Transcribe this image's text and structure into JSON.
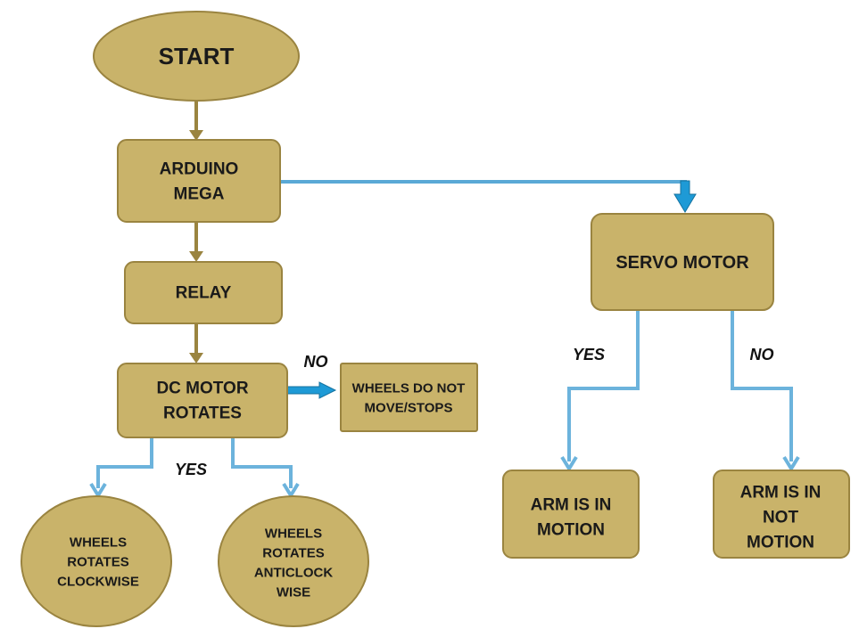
{
  "colors": {
    "node_fill": "#c9b36a",
    "node_stroke": "#9a8440",
    "olive_arrow": "#9a8440",
    "blue_arrow": "#5aa9d6",
    "blue_head": "#1e9ad6"
  },
  "nodes": {
    "start": [
      "START"
    ],
    "arduino": [
      "ARDUINO",
      "MEGA"
    ],
    "relay": [
      "RELAY"
    ],
    "dc_motor": [
      "DC MOTOR",
      "ROTATES"
    ],
    "wheels_stop": [
      "WHEELS DO NOT",
      "MOVE/STOPS"
    ],
    "servo": [
      "SERVO MOTOR"
    ],
    "clockwise": [
      "WHEELS",
      "ROTATES",
      "CLOCKWISE"
    ],
    "anticlockwise": [
      "WHEELS",
      "ROTATES",
      "ANTICLOCK",
      "WISE"
    ],
    "arm_motion": [
      "ARM IS IN",
      "MOTION"
    ],
    "arm_not_motion": [
      "ARM IS IN",
      "NOT",
      "MOTION"
    ]
  },
  "labels": {
    "no_dc": "NO",
    "yes_dc": "YES",
    "yes_servo": "YES",
    "no_servo": "NO"
  }
}
